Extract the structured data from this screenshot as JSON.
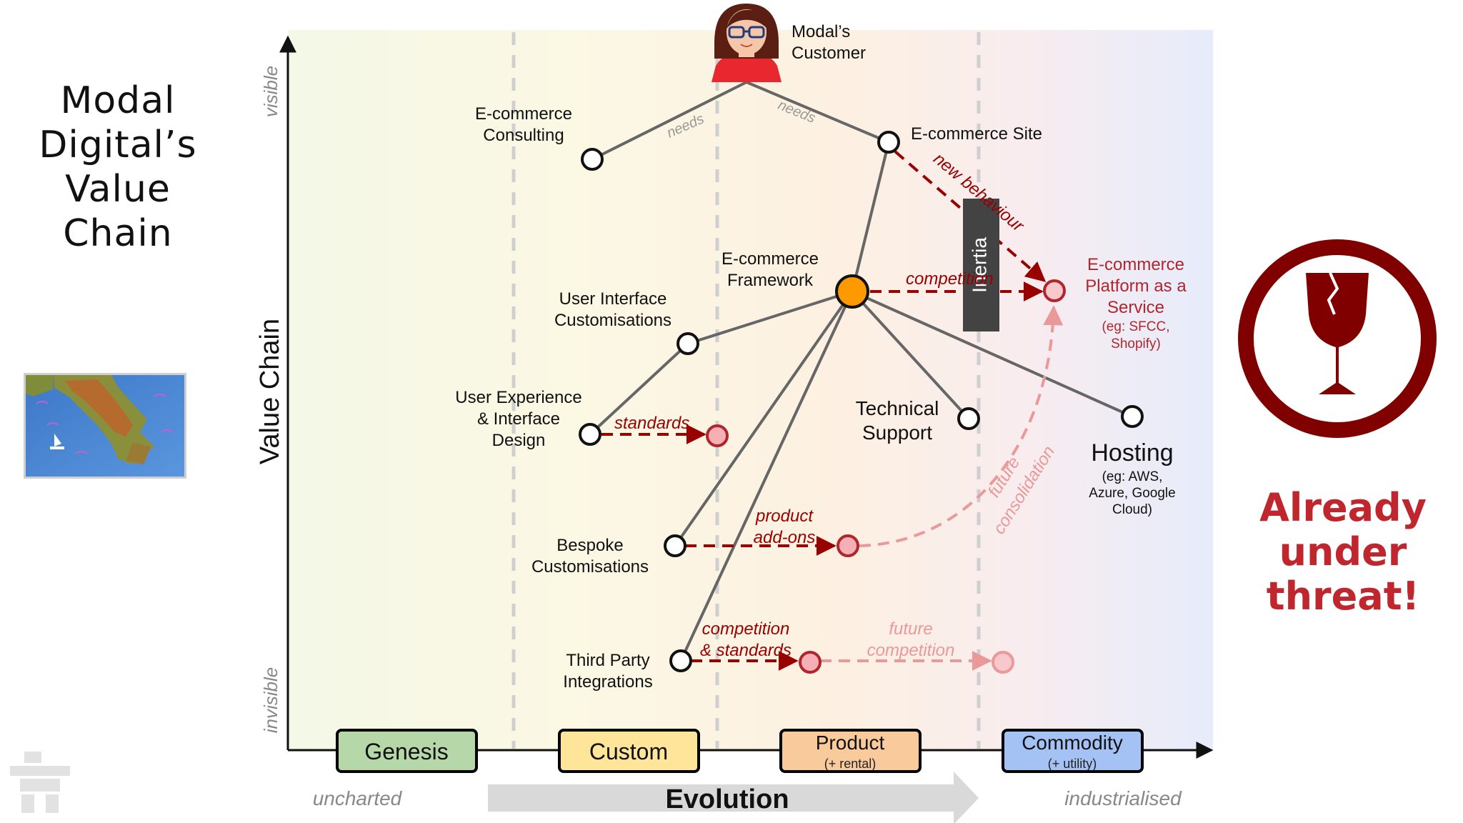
{
  "title": "Modal\nDigital’s\nValue\nChain",
  "threat": "Already\nunder\nthreat!",
  "axis": {
    "y_label": "Value Chain",
    "y_top": "visible",
    "y_bottom": "invisible",
    "x_label": "Evolution",
    "x_left": "uncharted",
    "x_right": "industrialised"
  },
  "stages": [
    {
      "name": "Genesis",
      "sub": "",
      "fill": "#b6d7a8",
      "stroke": "#000000"
    },
    {
      "name": "Custom",
      "sub": "",
      "fill": "#ffe599",
      "stroke": "#000000"
    },
    {
      "name": "Product",
      "sub": "(+ rental)",
      "fill": "#f9cb9c",
      "stroke": "#000000"
    },
    {
      "name": "Commodity",
      "sub": "(+ utility)",
      "fill": "#a4c2f4",
      "stroke": "#000000"
    }
  ],
  "customer": {
    "line1": "Modal’s",
    "line2": "Customer"
  },
  "nodes": {
    "consulting": [
      "E-commerce",
      "Consulting"
    ],
    "site": [
      "E-commerce Site"
    ],
    "framework": [
      "E-commerce",
      "Framework"
    ],
    "ui_custom": [
      "User Interface",
      "Customisations"
    ],
    "ux_design": [
      "User Experience",
      "& Interface",
      "Design"
    ],
    "bespoke": [
      "Bespoke",
      "Customisations"
    ],
    "third_party": [
      "Third Party",
      "Integrations"
    ],
    "tech_support": [
      "Technical",
      "Support"
    ],
    "hosting": [
      "Hosting"
    ],
    "hosting_sub": [
      "(eg: AWS,",
      "Azure, Google",
      "Cloud)"
    ],
    "paas": [
      "E-commerce",
      "Platform as a",
      "Service"
    ],
    "paas_sub": [
      "(eg: SFCC,",
      "Shopify)"
    ]
  },
  "edge_labels": {
    "needs_left": "needs",
    "needs_right": "needs",
    "new_behaviour": "new behaviour",
    "competition": "competition",
    "standards": "standards",
    "product_addons": [
      "product",
      "add-ons"
    ],
    "future_consolidation": [
      "future",
      "consolidation"
    ],
    "competition_standards": [
      "competition",
      "& standards"
    ],
    "future_competition": [
      "future",
      "competition"
    ]
  },
  "inertia": "Inertia",
  "colors": {
    "accent_red": "#990000",
    "light_red": "#e06666",
    "future_pink": "#f4cccc",
    "framework_orange": "#ff9900",
    "threat_red": "#c0262e",
    "glass_red": "#800000",
    "inertia_bg": "#434343"
  },
  "icons": {
    "customer": "woman-avatar-icon",
    "map": "map-thumbnail-icon",
    "glass": "broken-wine-glass-icon",
    "logo": "inukshuk-logo-icon"
  }
}
